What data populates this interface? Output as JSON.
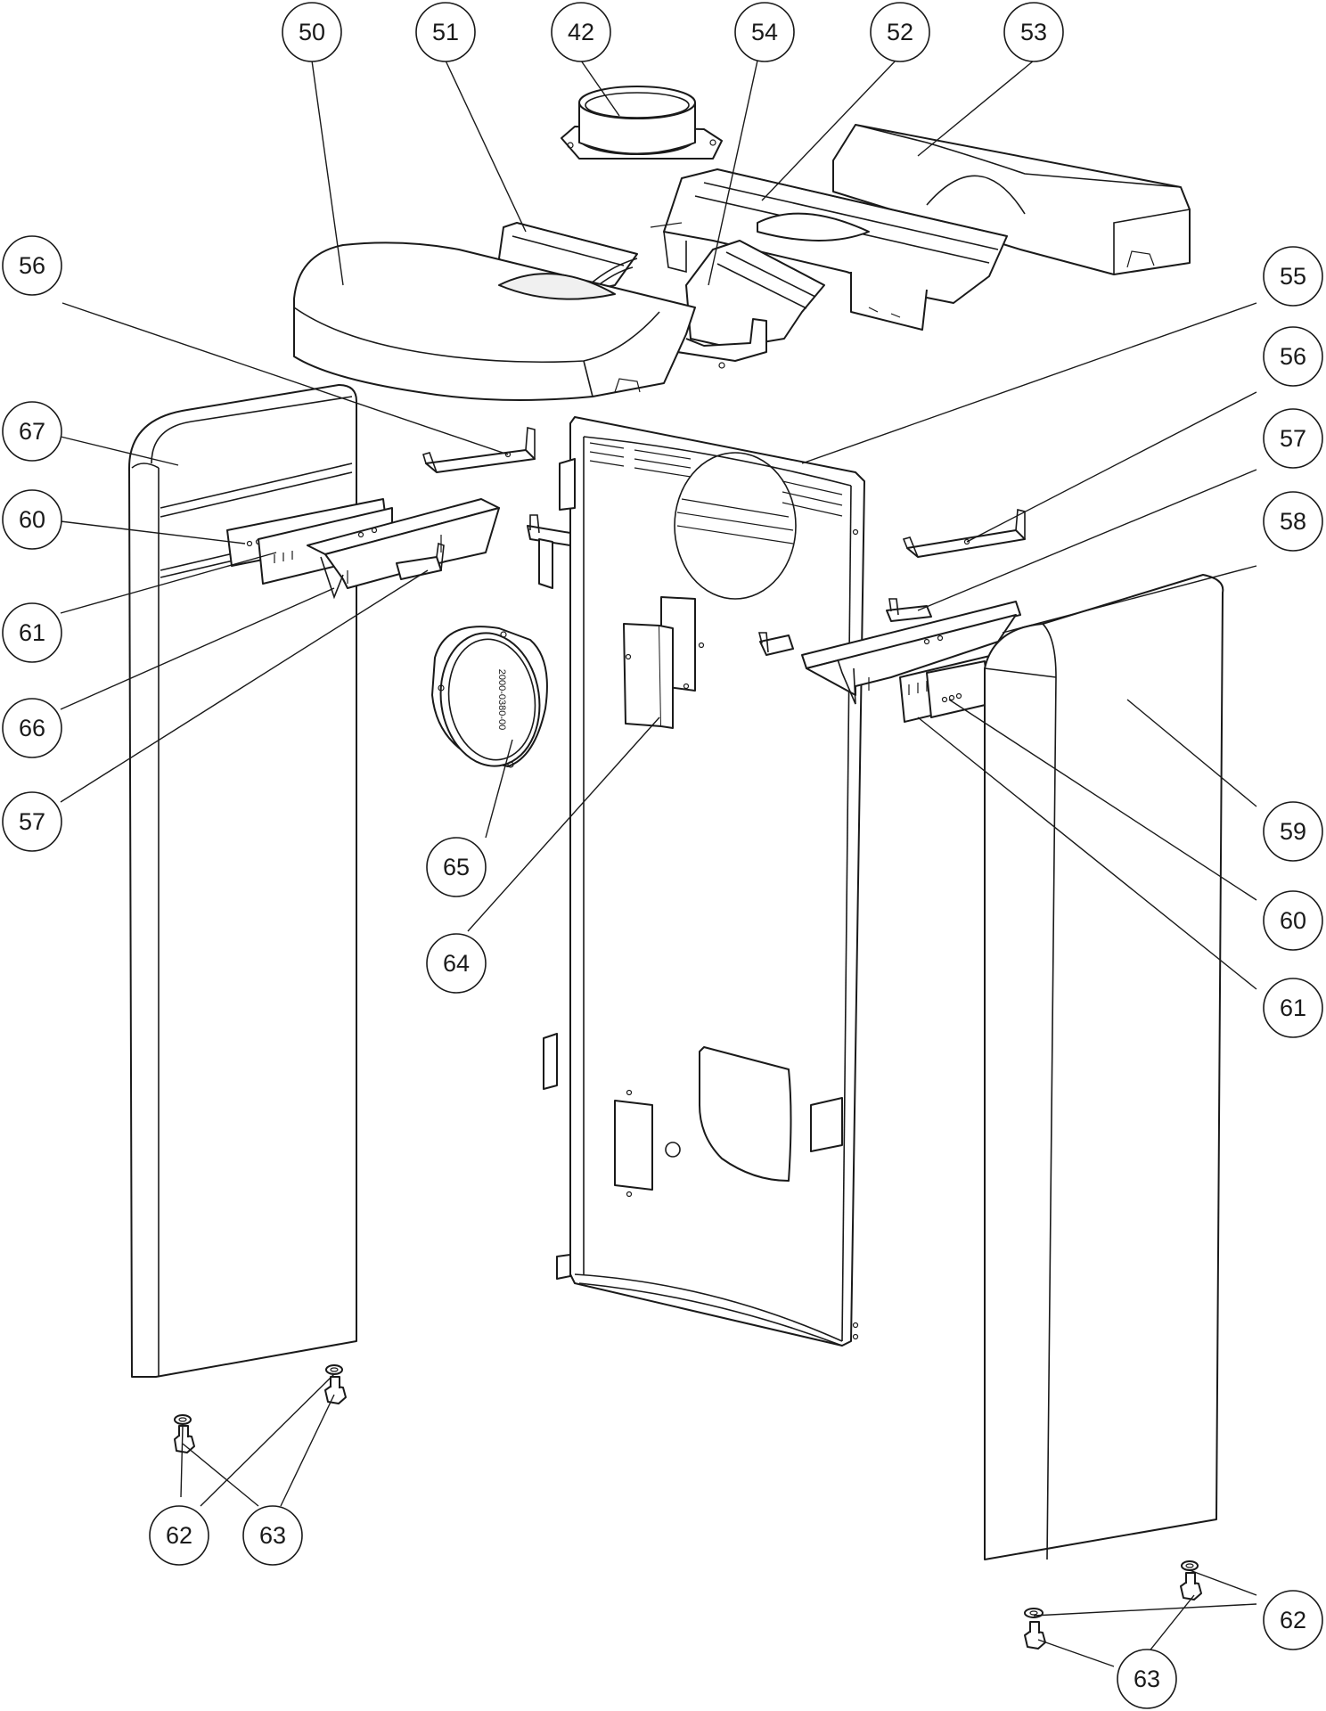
{
  "callouts": [
    {
      "id": "c50",
      "label": "50"
    },
    {
      "id": "c51",
      "label": "51"
    },
    {
      "id": "c42",
      "label": "42"
    },
    {
      "id": "c54",
      "label": "54"
    },
    {
      "id": "c52",
      "label": "52"
    },
    {
      "id": "c53",
      "label": "53"
    },
    {
      "id": "c56a",
      "label": "56"
    },
    {
      "id": "c55",
      "label": "55"
    },
    {
      "id": "c56b",
      "label": "56"
    },
    {
      "id": "c67",
      "label": "67"
    },
    {
      "id": "c57b",
      "label": "57"
    },
    {
      "id": "c60a",
      "label": "60"
    },
    {
      "id": "c58",
      "label": "58"
    },
    {
      "id": "c61a",
      "label": "61"
    },
    {
      "id": "c66",
      "label": "66"
    },
    {
      "id": "c57a",
      "label": "57"
    },
    {
      "id": "c59",
      "label": "59"
    },
    {
      "id": "c65",
      "label": "65"
    },
    {
      "id": "c60b",
      "label": "60"
    },
    {
      "id": "c64",
      "label": "64"
    },
    {
      "id": "c61b",
      "label": "61"
    },
    {
      "id": "c62a",
      "label": "62"
    },
    {
      "id": "c63a",
      "label": "63"
    },
    {
      "id": "c62b",
      "label": "62"
    },
    {
      "id": "c63b",
      "label": "63"
    }
  ],
  "part_markings": {
    "flue_plate_text": "2000-0380-00"
  },
  "colors": {
    "line": "#1a1a1a",
    "fill": "#ffffff",
    "shade": "#f0f0f0"
  }
}
